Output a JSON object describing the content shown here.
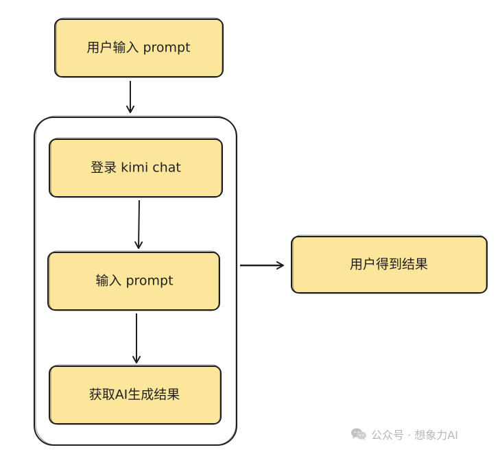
{
  "nodes": {
    "user_input": "用户输入 prompt",
    "login": "登录 kimi chat",
    "input": "输入 prompt",
    "get_result": "获取AI生成结果",
    "user_result": "用户得到结果"
  },
  "watermark": {
    "icon": "wechat-icon",
    "text": "公众号 · 想象力AI"
  },
  "colors": {
    "node_fill": "#fce69c",
    "stroke": "#1e1e1e",
    "background": "#ffffff",
    "watermark": "#b8b8b8"
  }
}
